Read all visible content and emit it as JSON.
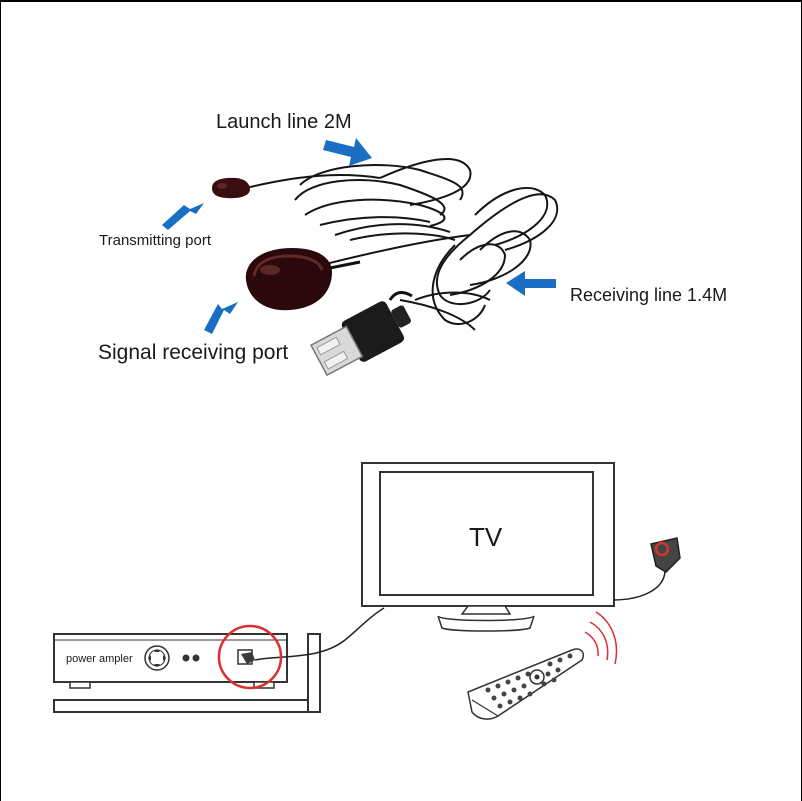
{
  "labels": {
    "launch_line": "Launch line 2M",
    "transmitting_port": "Transmitting port",
    "receiving_line": "Receiving line 1.4M",
    "signal_receiving_port": "Signal receiving port",
    "tv": "TV",
    "power_amplifier": "power ampler"
  },
  "colors": {
    "arrow": "#1a6fc4",
    "highlight": "#d93030",
    "cable": "#111111",
    "device": "#3a0d10"
  }
}
